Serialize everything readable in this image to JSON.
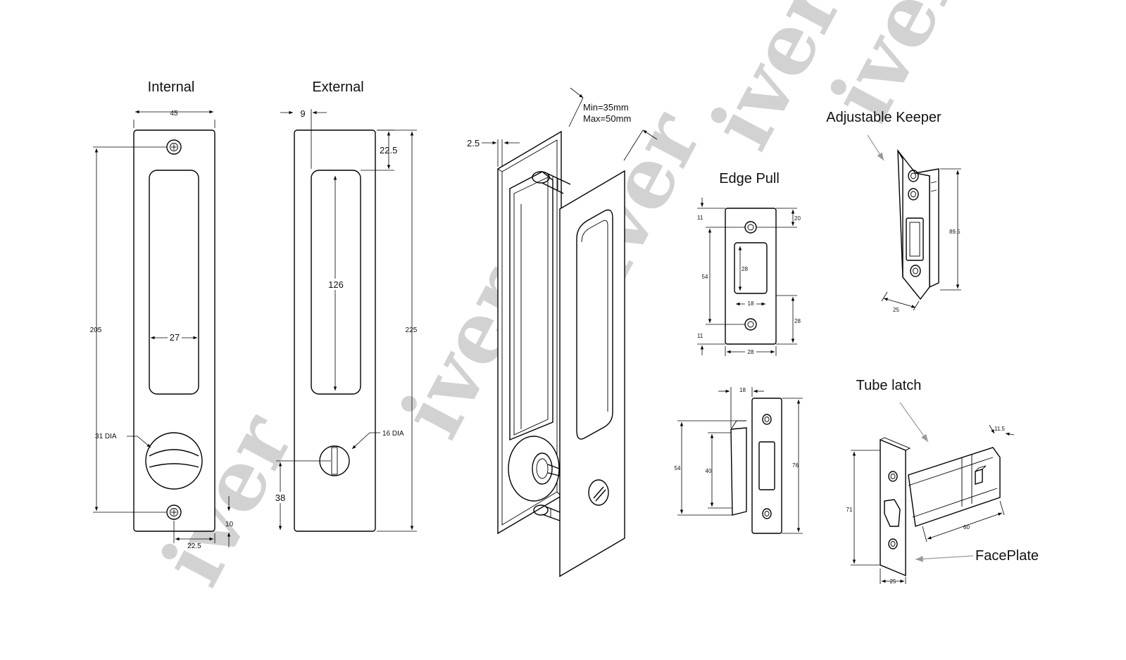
{
  "watermark": "iver",
  "titles": {
    "internal": "Internal",
    "external": "External",
    "edge_pull": "Edge Pull",
    "adjustable_keeper": "Adjustable Keeper",
    "tube_latch": "Tube latch",
    "faceplate": "FacePlate"
  },
  "internal_dims": {
    "width": "45",
    "height": "205",
    "recess_width": "27",
    "turn_dia": "31 DIA",
    "screw_offset": "10",
    "screw_center": "22.5"
  },
  "external_dims": {
    "edge": "9",
    "top": "22.5",
    "recess_height": "126",
    "height": "225",
    "release_dia": "16 DIA",
    "release_height": "38"
  },
  "iso_dims": {
    "plate_thickness": "2.5",
    "door_min": "Min=35mm",
    "door_max": "Max=50mm"
  },
  "edge_pull_dims": {
    "top": "11",
    "screw_top": "20",
    "span": "54",
    "slot_height": "28",
    "slot_width": "18",
    "lower": "28",
    "bottom": "11",
    "width": "28"
  },
  "keeper_dims": {
    "height": "89.5",
    "width": "25"
  },
  "keeper_box_dims": {
    "depth": "18",
    "outer_height": "54",
    "box_height": "40",
    "plate_height": "76"
  },
  "tube_latch_dims": {
    "height": "71",
    "backset": "60",
    "width": "25",
    "bolt": "11.5"
  }
}
